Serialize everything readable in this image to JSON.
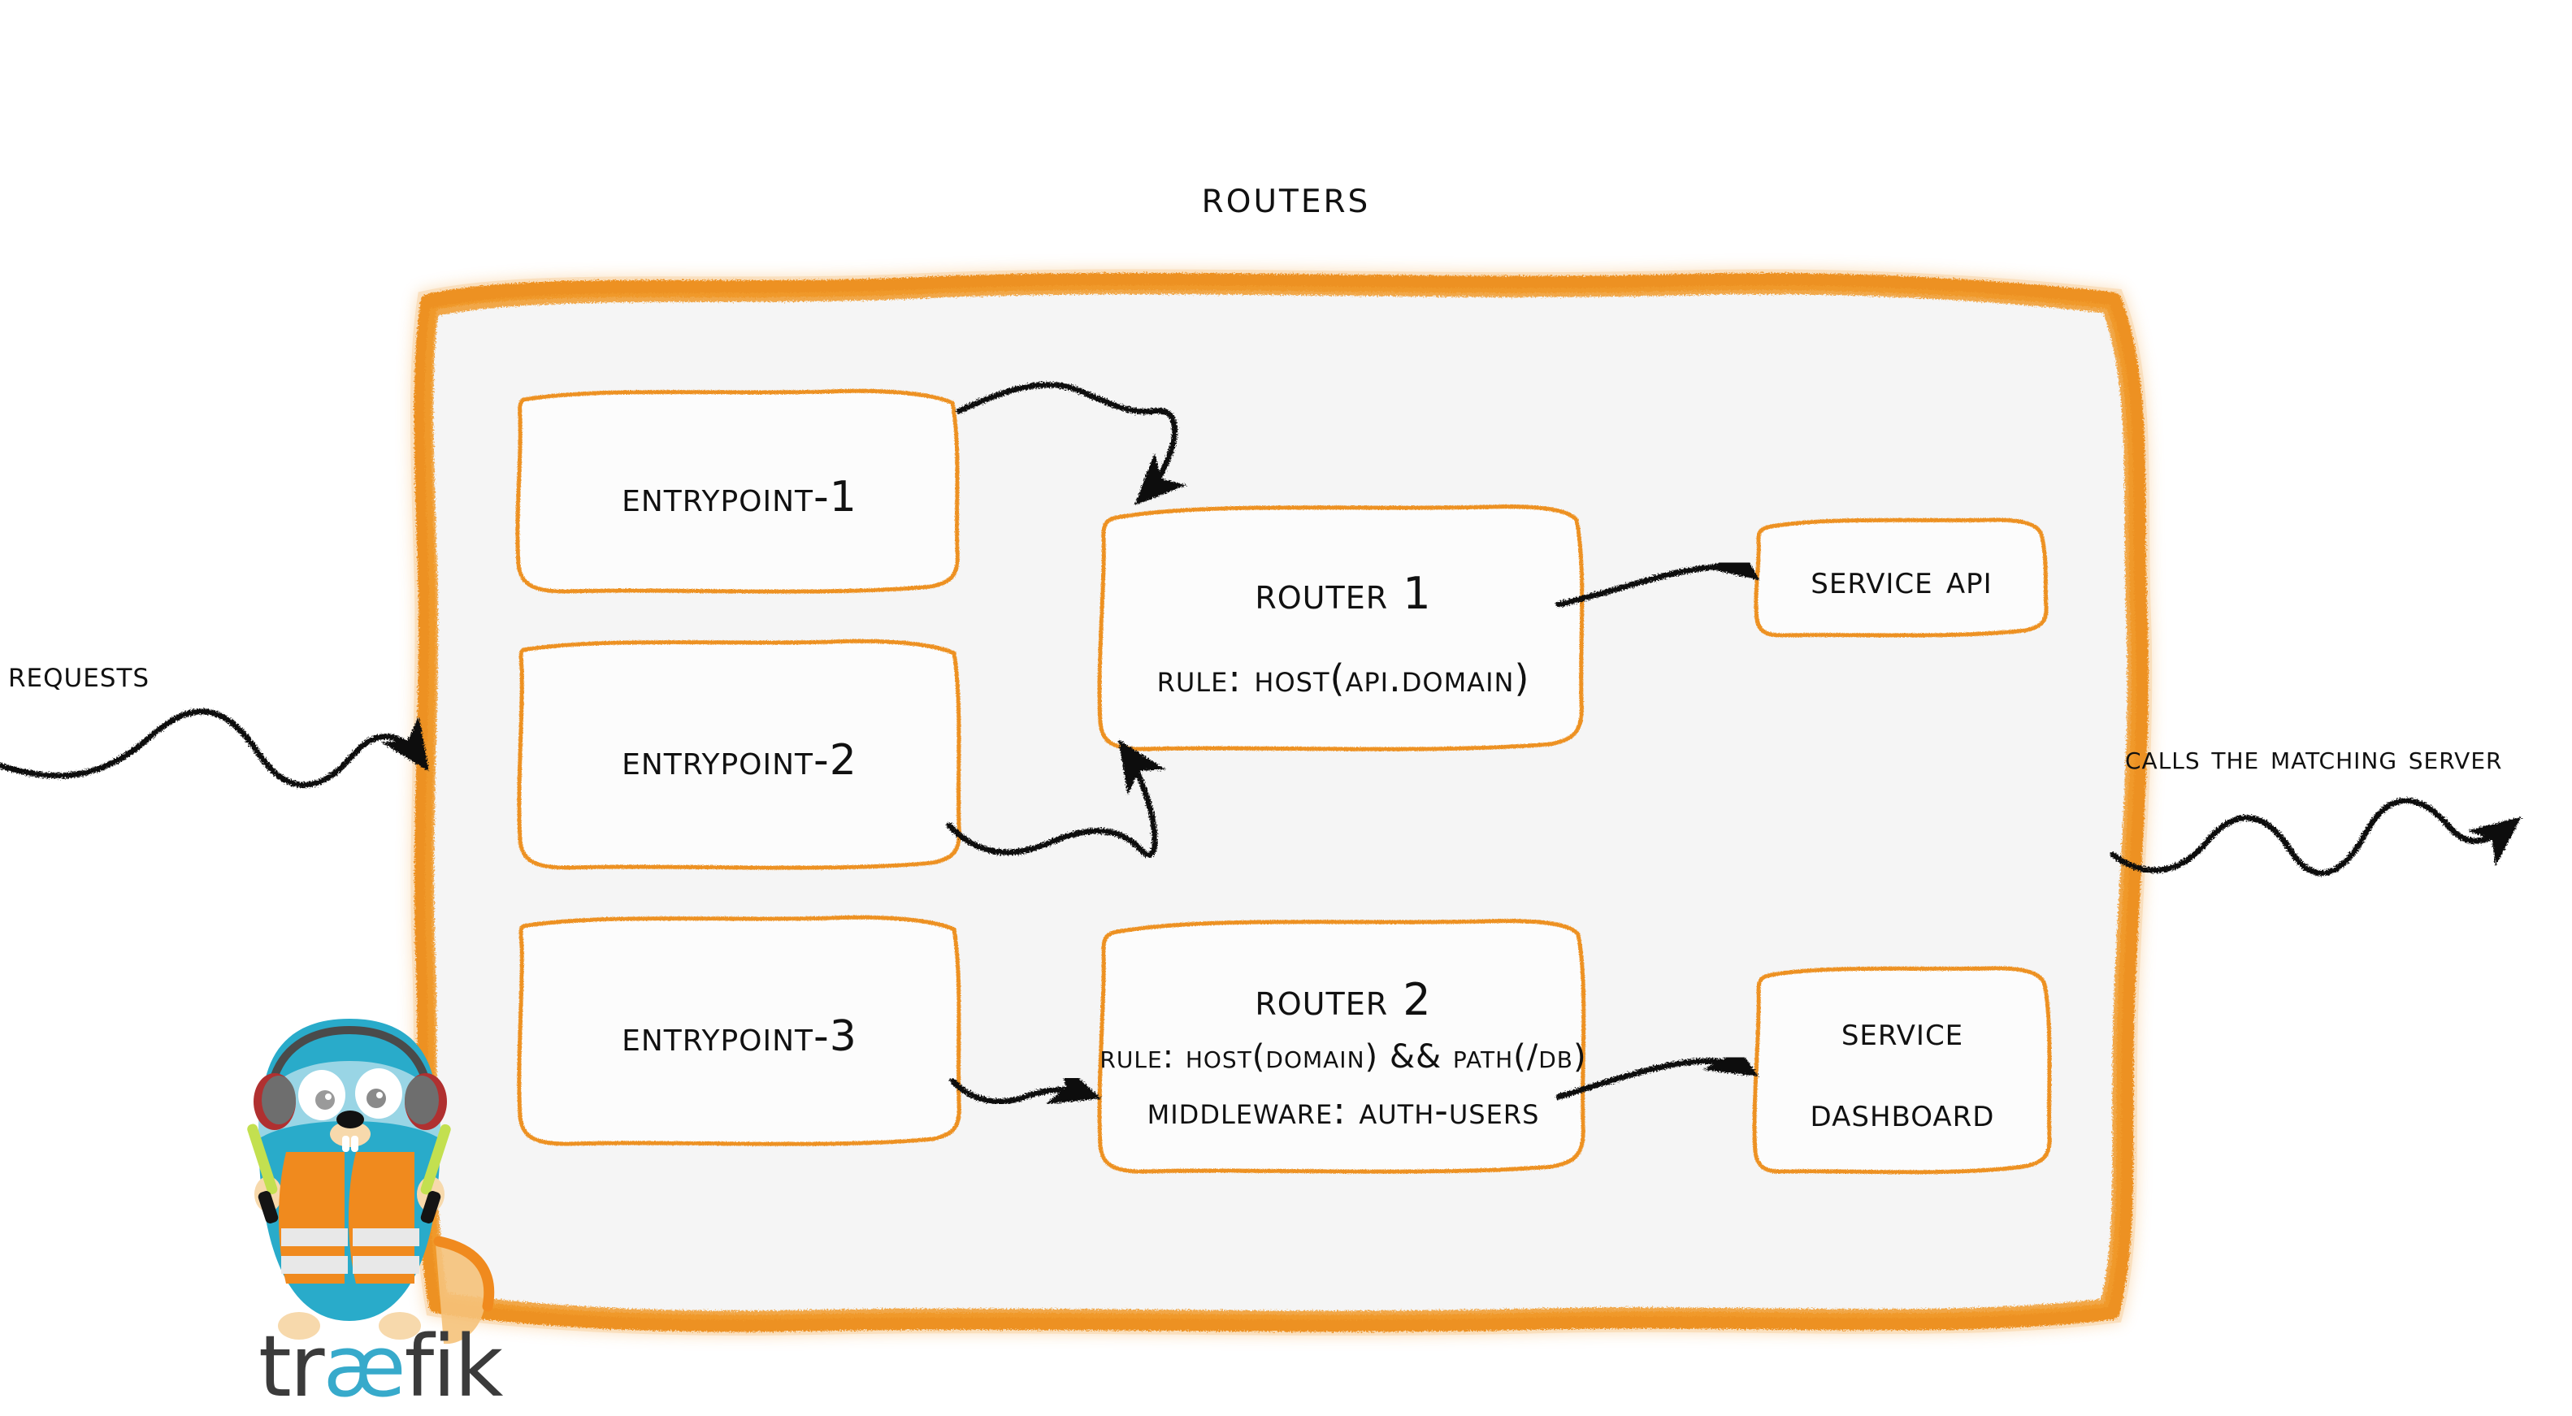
{
  "diagram": {
    "title": "Routers",
    "product": "traefik",
    "colors": {
      "accent_orange": "#ED9121",
      "panel_fill": "#F5F5F5",
      "box_fill": "#FCFCFC",
      "ink": "#111111",
      "gopher_body": "#29ABCA",
      "vest_orange": "#F08A1E",
      "wand_green": "#C3E050",
      "logo_cyan": "#37AACB",
      "logo_dark": "#3b3b3b"
    }
  },
  "labels": {
    "incoming": "Requests",
    "outgoing": "Calls the matching server"
  },
  "entrypoints": [
    {
      "id": "entrypoint-1",
      "label": "entrypoint-1"
    },
    {
      "id": "entrypoint-2",
      "label": "entrypoint-2"
    },
    {
      "id": "entrypoint-3",
      "label": "entrypoint-3"
    }
  ],
  "routers": [
    {
      "id": "router-1",
      "title": "Router 1",
      "lines": [
        {
          "key": "rule",
          "text": "rule: Host(api.domain)"
        }
      ]
    },
    {
      "id": "router-2",
      "title": "Router 2",
      "lines": [
        {
          "key": "rule",
          "text": "rule: Host(domain) && Path(/db)"
        },
        {
          "key": "middleware",
          "text": "Middleware: auth-users"
        }
      ]
    }
  ],
  "services": [
    {
      "id": "service-api",
      "lines": [
        "Service API"
      ]
    },
    {
      "id": "service-dashboard",
      "lines": [
        "Service",
        "Dashboard"
      ]
    }
  ],
  "logo": {
    "prefix": "tr",
    "ligature": "æ",
    "suffix": "fik"
  },
  "flows": [
    {
      "from": "entrypoint-1",
      "to": "router-1"
    },
    {
      "from": "entrypoint-2",
      "to": "router-1"
    },
    {
      "from": "entrypoint-3",
      "to": "router-2"
    },
    {
      "from": "router-1",
      "to": "service-api"
    },
    {
      "from": "router-2",
      "to": "service-dashboard"
    }
  ]
}
